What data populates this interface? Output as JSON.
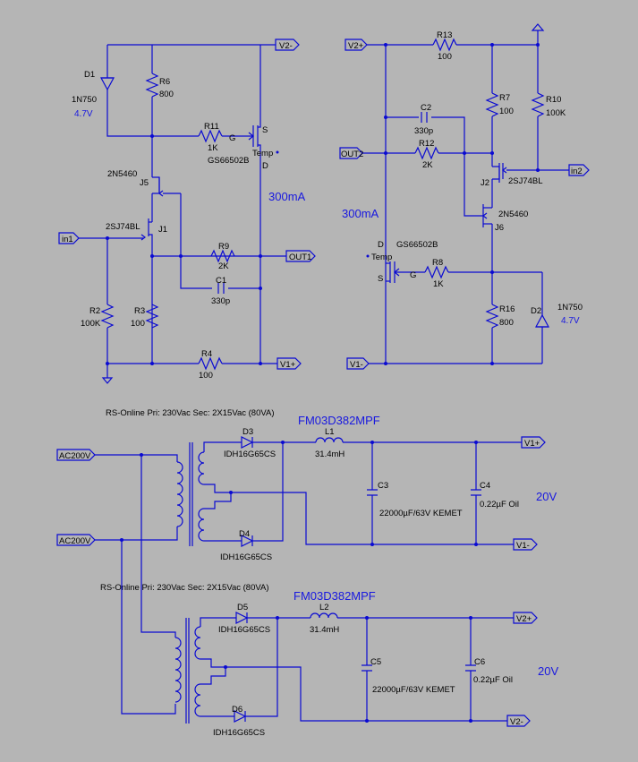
{
  "ports": {
    "v2_minus": "V2-",
    "v2_plus": "V2+",
    "v1_minus": "V1-",
    "v1_plus": "V1+",
    "in1": "in1",
    "in2": "in2",
    "out1": "OUT1",
    "out2": "OUT2",
    "ac1": "AC200V",
    "ac2": "AC200V"
  },
  "left_amp": {
    "D1": {
      "name": "D1",
      "part": "1N750",
      "value": "4.7V"
    },
    "R6": {
      "name": "R6",
      "value": "800"
    },
    "R11": {
      "name": "R11",
      "value": "1K"
    },
    "gate_label": "G",
    "mosfet": {
      "part": "GS66502B",
      "s": "S",
      "d": "D",
      "temp": "Temp"
    },
    "J5": {
      "name": "J5",
      "part": "2N5460"
    },
    "J1": {
      "name": "J1",
      "part": "2SJ74BL"
    },
    "R9": {
      "name": "R9",
      "value": "2K"
    },
    "C1": {
      "name": "C1",
      "value": "330p"
    },
    "R2": {
      "name": "R2",
      "value": "100K"
    },
    "R3": {
      "name": "R3",
      "value": "100"
    },
    "R4": {
      "name": "R4",
      "value": "100"
    },
    "current": "300mA"
  },
  "right_amp": {
    "R13": {
      "name": "R13",
      "value": "100"
    },
    "R7": {
      "name": "R7",
      "value": "100"
    },
    "R10": {
      "name": "R10",
      "value": "100K"
    },
    "C2": {
      "name": "C2",
      "value": "330p"
    },
    "R12": {
      "name": "R12",
      "value": "2K"
    },
    "J2": {
      "name": "J2",
      "part": "2SJ74BL"
    },
    "J6": {
      "name": "J6",
      "part": "2N5460"
    },
    "mosfet": {
      "part": "GS66502B",
      "s": "S",
      "d": "D",
      "temp": "Temp"
    },
    "gate_label": "G",
    "R8": {
      "name": "R8",
      "value": "1K"
    },
    "R16": {
      "name": "R16",
      "value": "800"
    },
    "D2": {
      "name": "D2",
      "part": "1N750",
      "value": "4.7V"
    },
    "current": "300mA"
  },
  "psu1": {
    "transformer_note": "RS-Online Pri: 230Vac Sec: 2X15Vac (80VA)",
    "choke_part": "FM03D382MPF",
    "D3": {
      "name": "D3",
      "part": "IDH16G65CS"
    },
    "D4": {
      "name": "D4",
      "part": "IDH16G65CS"
    },
    "L1": {
      "name": "L1",
      "value": "31.4mH"
    },
    "C3": {
      "name": "C3",
      "value": "22000µF/63V KEMET"
    },
    "C4": {
      "name": "C4",
      "value": "0.22µF Oil"
    },
    "voltage": "20V"
  },
  "psu2": {
    "transformer_note": "RS-Online Pri: 230Vac Sec: 2X15Vac (80VA)",
    "choke_part": "FM03D382MPF",
    "D5": {
      "name": "D5",
      "part": "IDH16G65CS"
    },
    "D6": {
      "name": "D6",
      "part": "IDH16G65CS"
    },
    "L2": {
      "name": "L2",
      "value": "31.4mH"
    },
    "C5": {
      "name": "C5",
      "value": "22000µF/63V KEMET"
    },
    "C6": {
      "name": "C6",
      "value": "0.22µF Oil"
    },
    "voltage": "20V"
  }
}
